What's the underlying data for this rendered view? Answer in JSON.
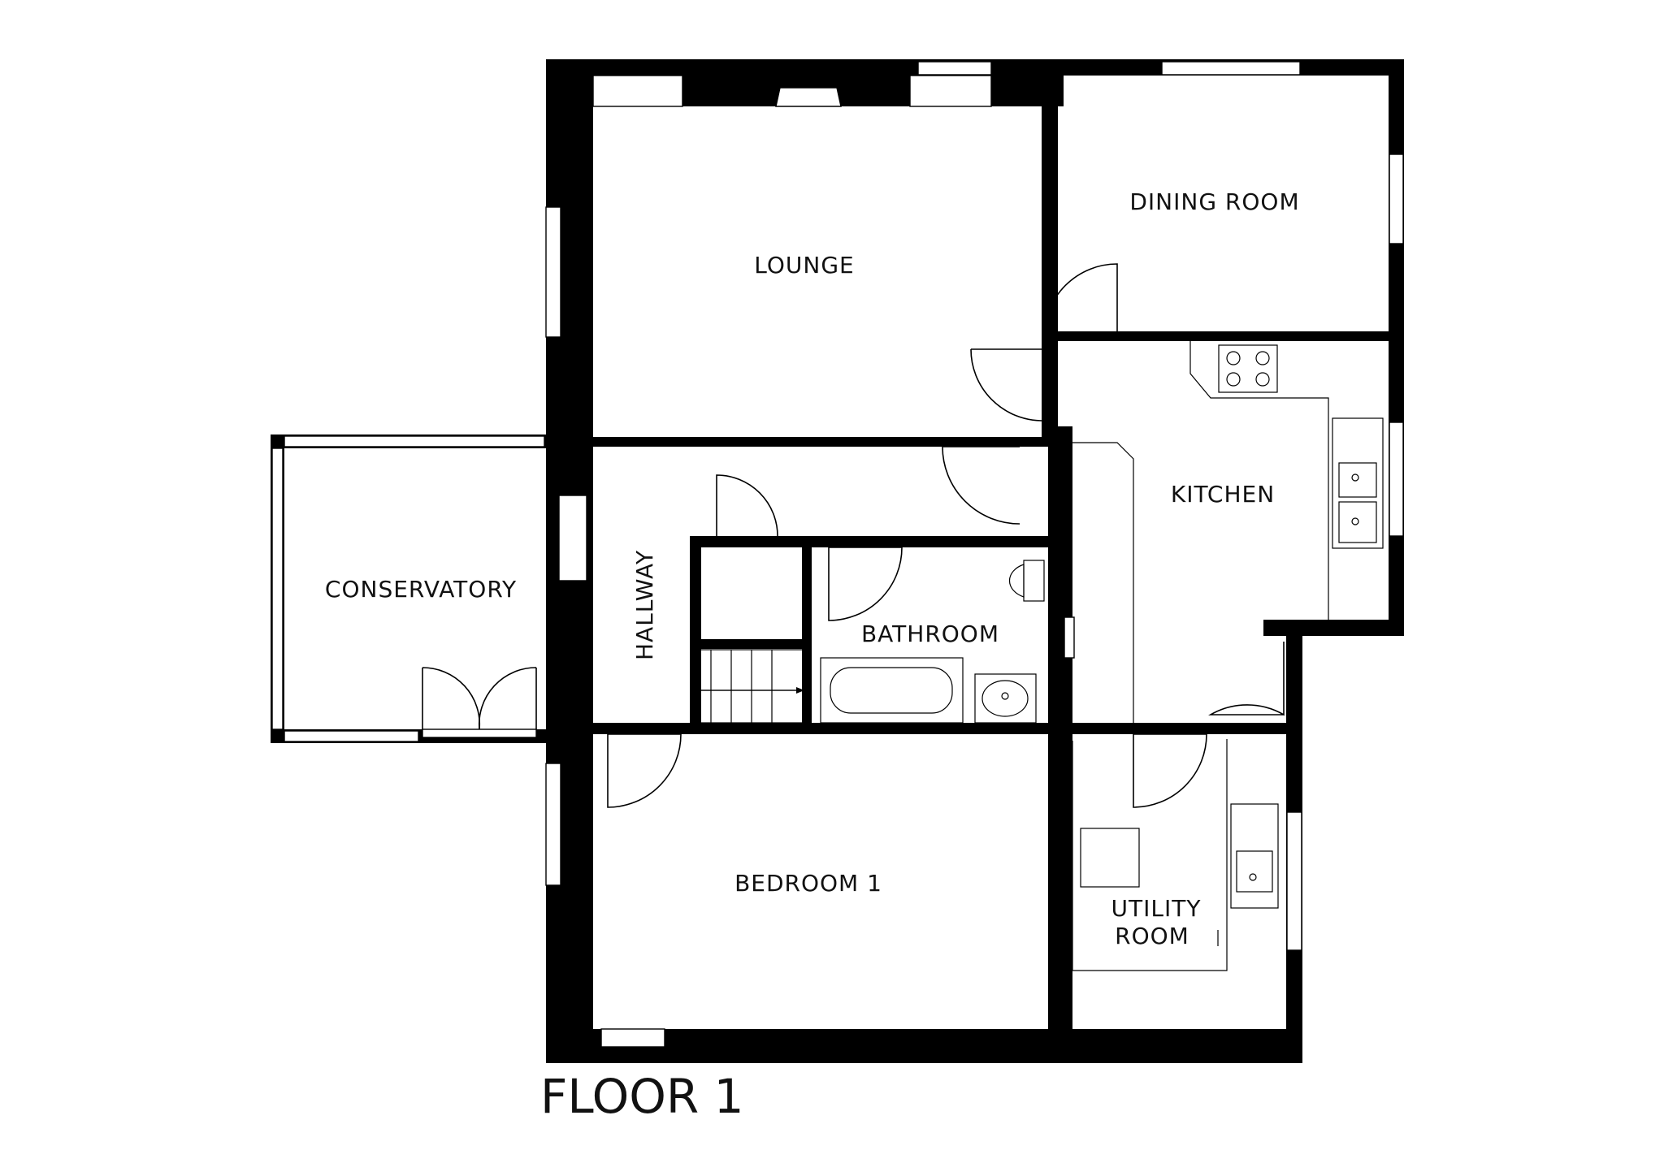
{
  "floor_title": "FLOOR 1",
  "rooms": {
    "lounge": "LOUNGE",
    "dining_room": "DINING ROOM",
    "kitchen": "KITCHEN",
    "conservatory": "CONSERVATORY",
    "hallway": "HALLWAY",
    "bathroom": "BATHROOM",
    "bedroom_1": "BEDROOM 1",
    "utility_room_line1": "UTILITY",
    "utility_room_line2": "ROOM"
  }
}
